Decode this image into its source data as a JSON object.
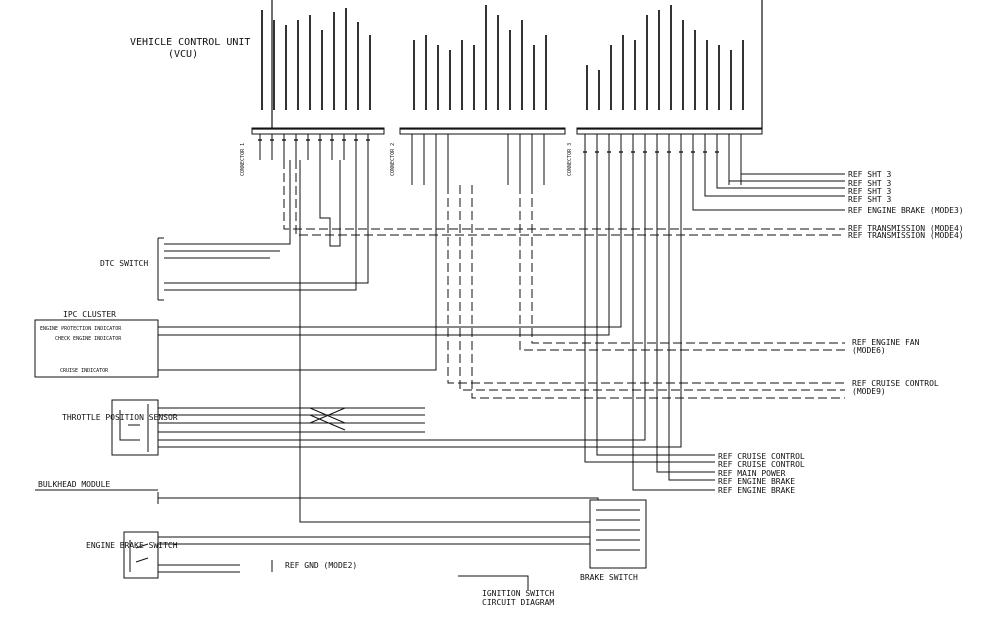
{
  "vcu": {
    "title": "VEHICLE CONTROL UNIT",
    "subtitle": "(VCU)",
    "connectors": [
      "CONNECTOR 1",
      "CONNECTOR 2",
      "CONNECTOR 3"
    ]
  },
  "components": {
    "ipc_cluster": {
      "title": "IPC CLUSTER",
      "lines": [
        "ENGINE PROTECTION INDICATOR",
        "CHECK ENGINE INDICATOR",
        "CRUISE INDICATOR"
      ]
    },
    "throttle_sensor": {
      "title": "THROTTLE POSITION SENSOR"
    },
    "bulkhead_module": {
      "title": "BULKHEAD MODULE"
    },
    "engine_brake_switch": {
      "title": "ENGINE BRAKE SWITCH"
    },
    "brake_switch_label": "BRAKE SWITCH",
    "ignition_label": "IGNITION SWITCH",
    "ignition_sub": "CIRCUIT DIAGRAM"
  },
  "right_refs": [
    "REF SHT 3",
    "REF SHT 3",
    "REF SHT 3",
    "REF SHT 3",
    "REF ENGINE BRAKE (MODE3)",
    "REF TRANSMISSION (MODE4)",
    "REF TRANSMISSION (MODE4)"
  ],
  "mid_refs": {
    "engine_fan": "REF ENGINE FAN",
    "engine_fan_sub": "(MODE6)",
    "cruise": "REF CRUISE CONTROL",
    "cruise_sub": "(MODE9)"
  },
  "lower_refs": [
    "REF CRUISE CONTROL",
    "REF CRUISE CONTROL",
    "REF MAIN POWER",
    "REF ENGINE BRAKE",
    "REF ENGINE BRAKE"
  ],
  "ground_label": "REF GND (MODE2)",
  "dtc_label": "DTC SWITCH"
}
